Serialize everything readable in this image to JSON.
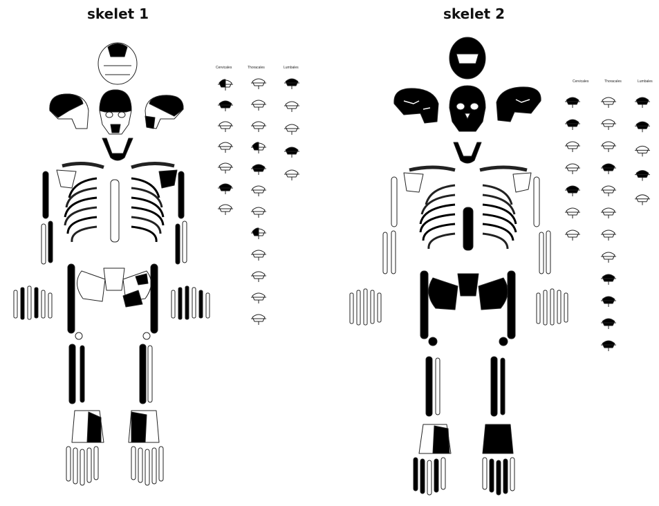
{
  "figures": [
    {
      "title": "skelet 1",
      "vertebra_headers": [
        "Cervicales",
        "Thoracales",
        "Lumbales"
      ],
      "cervical_count": 7,
      "thoracic_count": 12,
      "lumbar_count": 5,
      "cervical_fill": [
        "partial",
        "black",
        "none",
        "none",
        "none",
        "black",
        "none"
      ],
      "thoracic_fill": [
        "none",
        "none",
        "none",
        "partial",
        "black",
        "none",
        "none",
        "partial",
        "none",
        "none",
        "none",
        "none"
      ],
      "lumbar_fill": [
        "black",
        "none",
        "none",
        "black",
        "none"
      ]
    },
    {
      "title": "skelet 2",
      "vertebra_headers": [
        "Cervicales",
        "Thoracales",
        "Lumbales"
      ],
      "cervical_count": 7,
      "thoracic_count": 12,
      "lumbar_count": 5,
      "cervical_fill": [
        "black",
        "black",
        "none",
        "none",
        "black",
        "none",
        "none"
      ],
      "thoracic_fill": [
        "none",
        "none",
        "none",
        "black",
        "none",
        "none",
        "none",
        "none",
        "black",
        "black",
        "black",
        "black"
      ],
      "lumbar_fill": [
        "black",
        "black",
        "none",
        "black",
        "none"
      ]
    }
  ],
  "colors": {
    "present": "#000000",
    "absent": "#ffffff",
    "outline": "#222222"
  }
}
